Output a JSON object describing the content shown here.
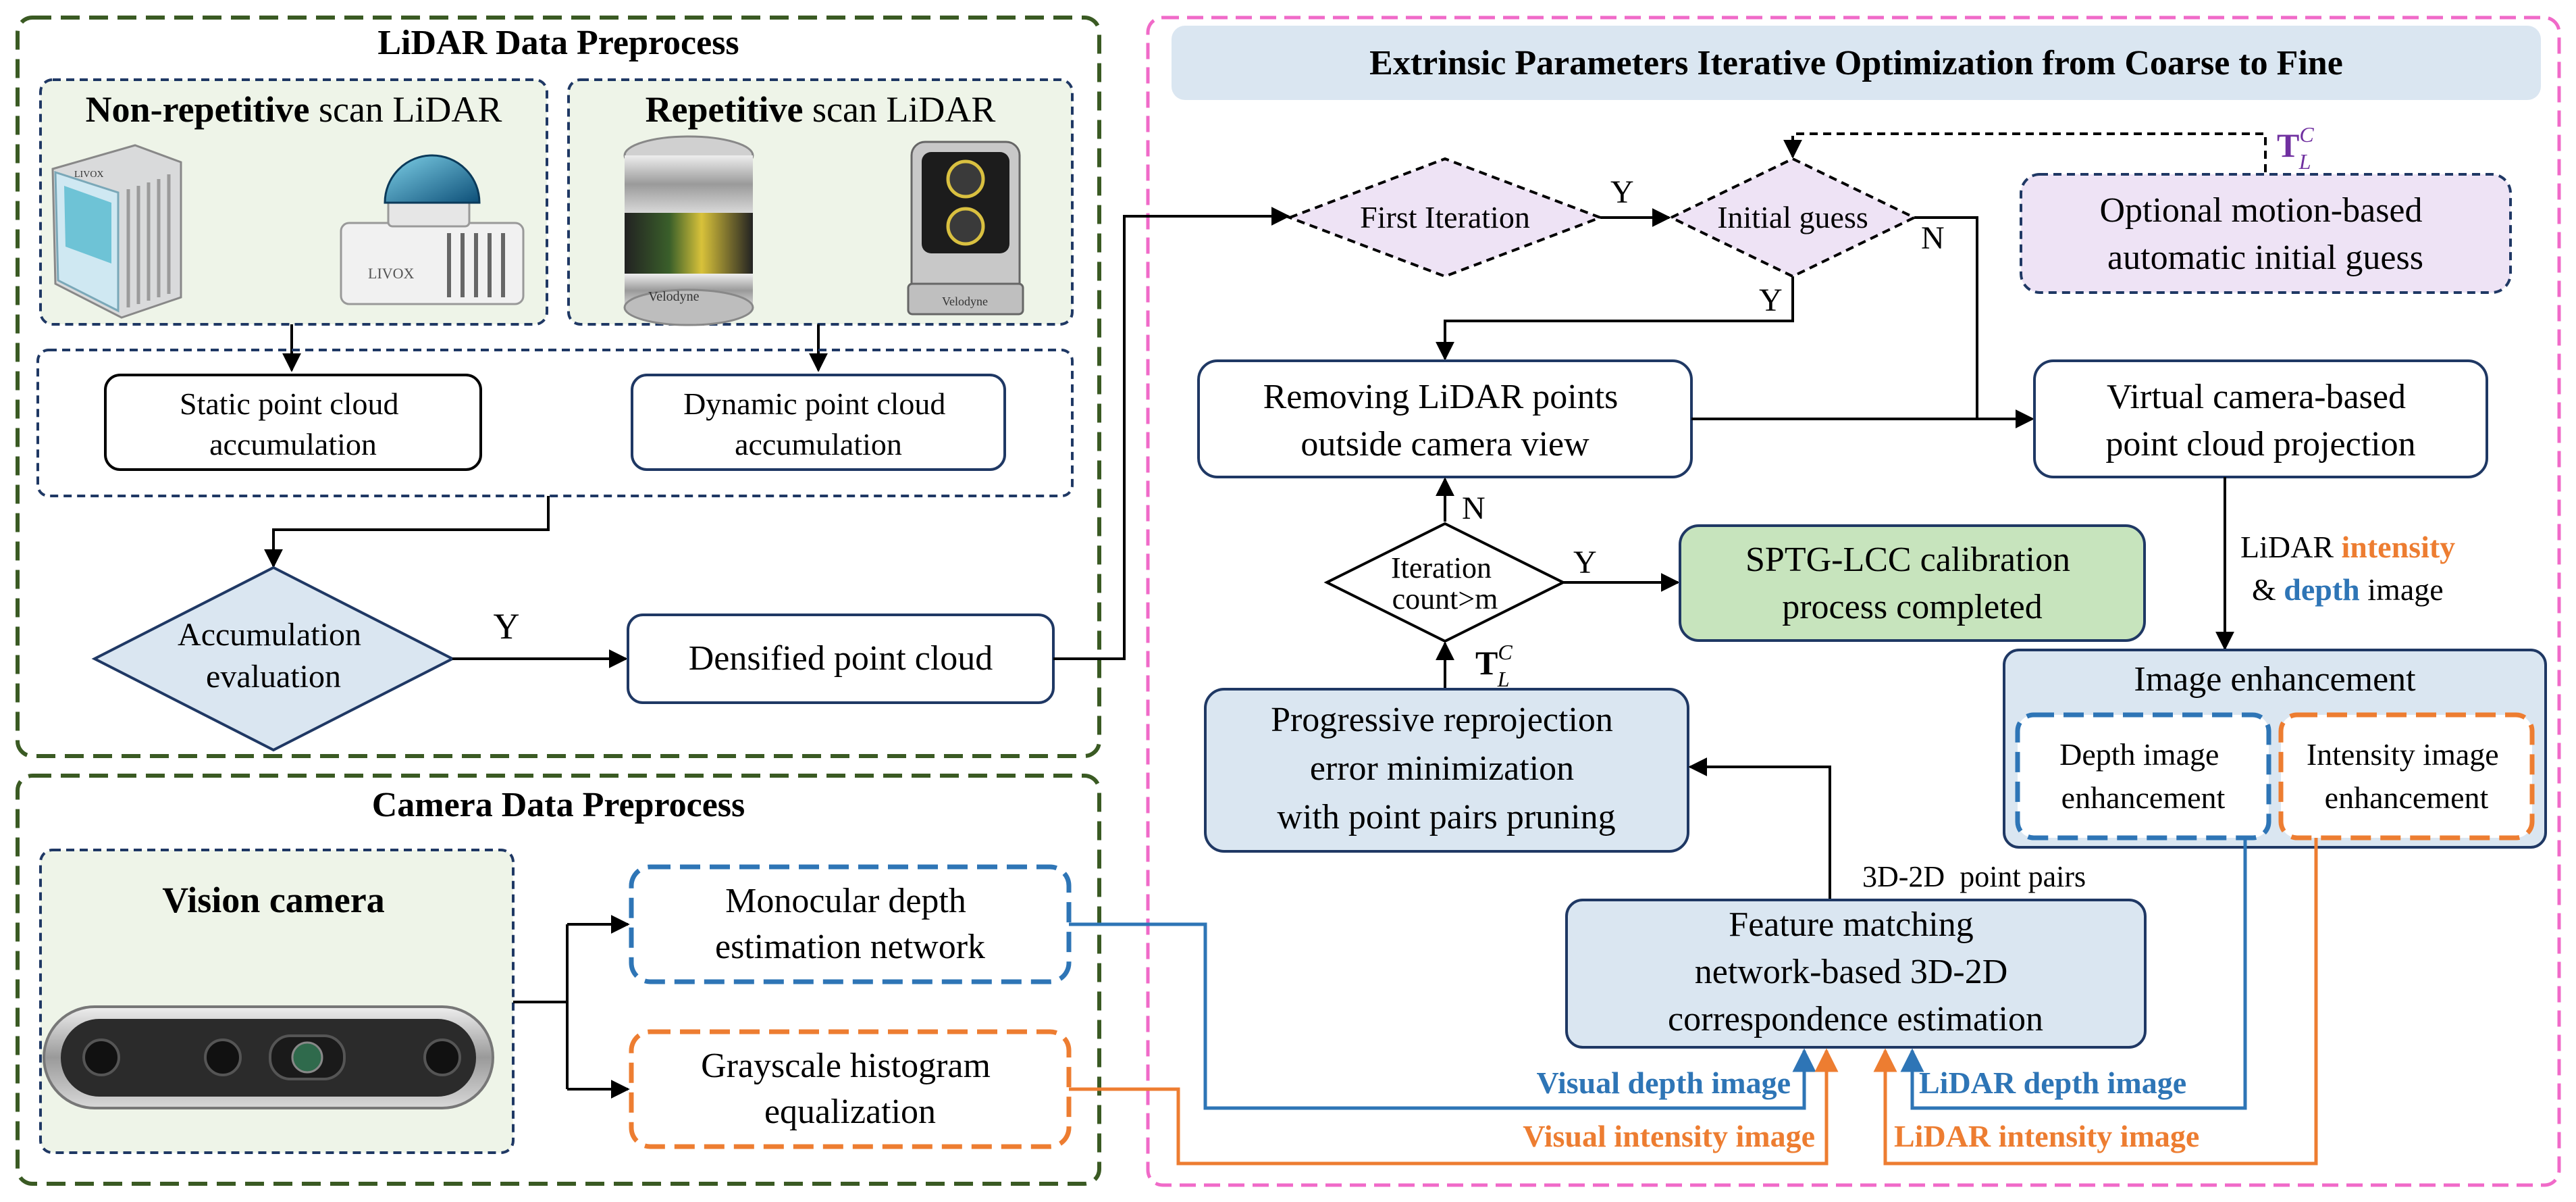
{
  "lidar_panel": {
    "title": "LiDAR Data Preprocess",
    "nonrep": {
      "bold": "Non-repetitive",
      "rest": " scan LiDAR",
      "brand_a": "LIVOX",
      "brand_b": "LIVOX"
    },
    "rep": {
      "bold": "Repetitive",
      "rest": " scan LiDAR",
      "brand_a": "Velodyne",
      "brand_b": "Velodyne"
    },
    "static_box": [
      "Static point cloud",
      "accumulation"
    ],
    "dynamic_box": [
      "Dynamic point cloud",
      "accumulation"
    ],
    "decision": [
      "Accumulation",
      "evaluation"
    ],
    "yes": "Y",
    "densified": "Densified point cloud"
  },
  "camera_panel": {
    "title": "Camera Data Preprocess",
    "vision_camera": "Vision camera",
    "mono_box": [
      "Monocular depth",
      "estimation network"
    ],
    "gray_box": [
      "Grayscale histogram",
      "equalization"
    ]
  },
  "opt_panel": {
    "title": "Extrinsic Parameters Iterative Optimization from Coarse to Fine",
    "first_iteration": "First Iteration",
    "initial_guess": "Initial guess",
    "y1": "Y",
    "y2": "Y",
    "n1": "N",
    "optional_box": [
      "Optional motion-based",
      "automatic initial guess"
    ],
    "tlc": {
      "T": "T",
      "sub": "L",
      "sup": "C"
    },
    "removing_box": [
      "Removing LiDAR points",
      "outside camera view"
    ],
    "virtual_box": [
      "Virtual camera-based",
      "point cloud projection"
    ],
    "lidar_label": {
      "a": "LiDAR ",
      "intensity": "intensity",
      "amp": "& ",
      "depth": "depth",
      "image": " image"
    },
    "n2": "N",
    "iteration": [
      "Iteration",
      "count>m"
    ],
    "y3": "Y",
    "completed_box": [
      "SPTG-LCC calibration",
      "process completed"
    ],
    "progressive_box": [
      "Progressive reprojection",
      "error minimization",
      "with point pairs pruning"
    ],
    "enhance_title": "Image enhancement",
    "depth_enh": [
      "Depth image",
      "enhancement"
    ],
    "intensity_enh": [
      "Intensity image",
      "enhancement"
    ],
    "pairs": "3D-2D  point pairs",
    "feature_box": [
      "Feature matching",
      "network-based 3D-2D",
      "correspondence estimation"
    ],
    "visual_depth": "Visual depth image",
    "visual_intensity": "Visual intensity image",
    "lidar_depth": "LiDAR depth image",
    "lidar_intensity": "LiDAR intensity image"
  },
  "colors": {
    "green_dash": "#3a5a23",
    "pink_dash": "#f06ac8",
    "navy": "#1f3864",
    "blue": "#2e75b6",
    "orange": "#ed7d31",
    "purple": "#7030a0",
    "light_blue": "#dae6f1",
    "lavender": "#eee3f5",
    "mint": "#c7e4bd",
    "pale_green": "#eef4e8"
  }
}
